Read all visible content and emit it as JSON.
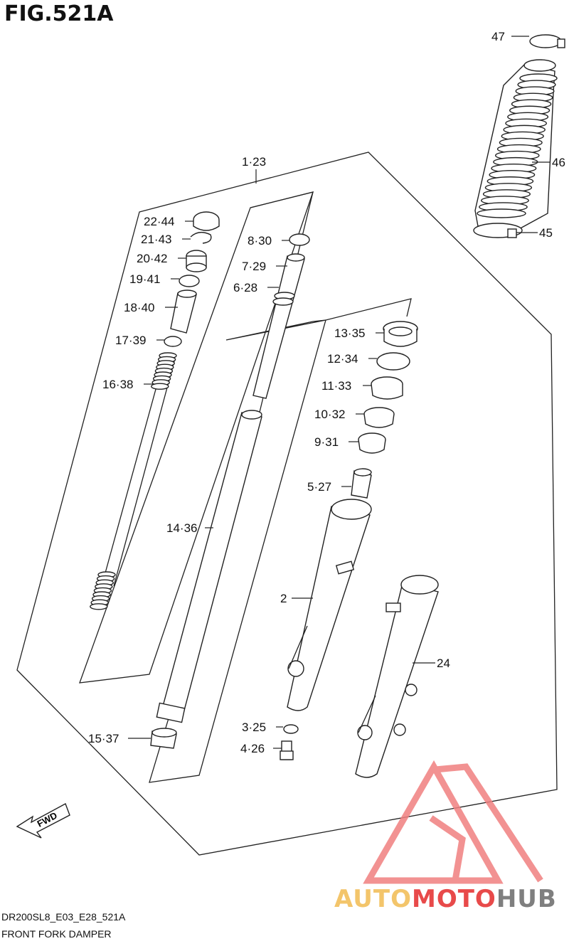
{
  "title": "FIG.521A",
  "footer": {
    "code": "DR200SL8_E03_E28_521A",
    "name": "FRONT FORK DAMPER"
  },
  "fwd_label": "FWD",
  "logo": {
    "part1": "AUTO",
    "part2": "MOTO",
    "part3": "HUB",
    "colors": {
      "auto": "#f3c56b",
      "moto": "#e84a4a",
      "hub": "#7f7f7f",
      "triangle": "#f08080"
    }
  },
  "callouts": [
    {
      "id": "c47",
      "text": "47"
    },
    {
      "id": "c46",
      "text": "46"
    },
    {
      "id": "c45",
      "text": "45"
    },
    {
      "id": "c1_23",
      "text": "1·23"
    },
    {
      "id": "c22_44",
      "text": "22·44"
    },
    {
      "id": "c21_43",
      "text": "21·43"
    },
    {
      "id": "c20_42",
      "text": "20·42"
    },
    {
      "id": "c19_41",
      "text": "19·41"
    },
    {
      "id": "c18_40",
      "text": "18·40"
    },
    {
      "id": "c17_39",
      "text": "17·39"
    },
    {
      "id": "c16_38",
      "text": "16·38"
    },
    {
      "id": "c8_30",
      "text": "8·30"
    },
    {
      "id": "c7_29",
      "text": "7·29"
    },
    {
      "id": "c6_28",
      "text": "6·28"
    },
    {
      "id": "c13_35",
      "text": "13·35"
    },
    {
      "id": "c12_34",
      "text": "12·34"
    },
    {
      "id": "c11_33",
      "text": "11·33"
    },
    {
      "id": "c10_32",
      "text": "10·32"
    },
    {
      "id": "c9_31",
      "text": "9·31"
    },
    {
      "id": "c5_27",
      "text": "5·27"
    },
    {
      "id": "c14_36",
      "text": "14·36"
    },
    {
      "id": "c2",
      "text": "2"
    },
    {
      "id": "c24",
      "text": "24"
    },
    {
      "id": "c3_25",
      "text": "3·25"
    },
    {
      "id": "c4_26",
      "text": "4·26"
    },
    {
      "id": "c15_37",
      "text": "15·37"
    }
  ]
}
